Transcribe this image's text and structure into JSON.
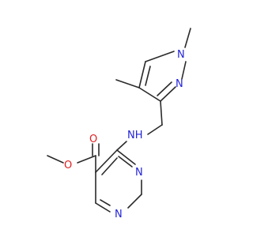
{
  "molecule": {
    "atom_labels": {
      "n_pyrazole_1": "N",
      "n_pyrazole_2": "N",
      "nh": "NH",
      "n_pyrimidine_1": "N",
      "n_pyrimidine_2": "N",
      "o_carbonyl": "O",
      "o_ester": "O"
    },
    "colors": {
      "bond": "#2a2a2a",
      "nitrogen": "#2323d8",
      "oxygen": "#e02020"
    }
  }
}
